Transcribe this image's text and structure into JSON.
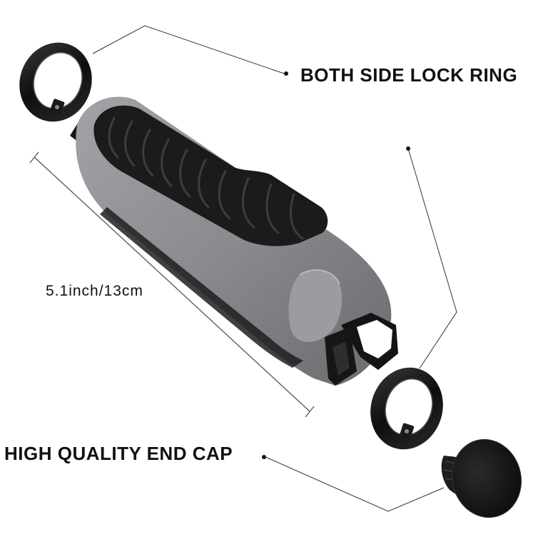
{
  "image": {
    "background": "#ffffff",
    "subject": "bicycle handlebar grip with two lock rings and an end cap",
    "colors": {
      "grip_gray": "#8a8c8f",
      "grip_black": "#1b1b1c",
      "metal_black": "#151515",
      "line": "#333333"
    }
  },
  "labels": {
    "lock_ring": "BOTH SIDE LOCK RING",
    "end_cap": "HIGH QUALITY END CAP",
    "length": "5.1inch/13cm"
  }
}
